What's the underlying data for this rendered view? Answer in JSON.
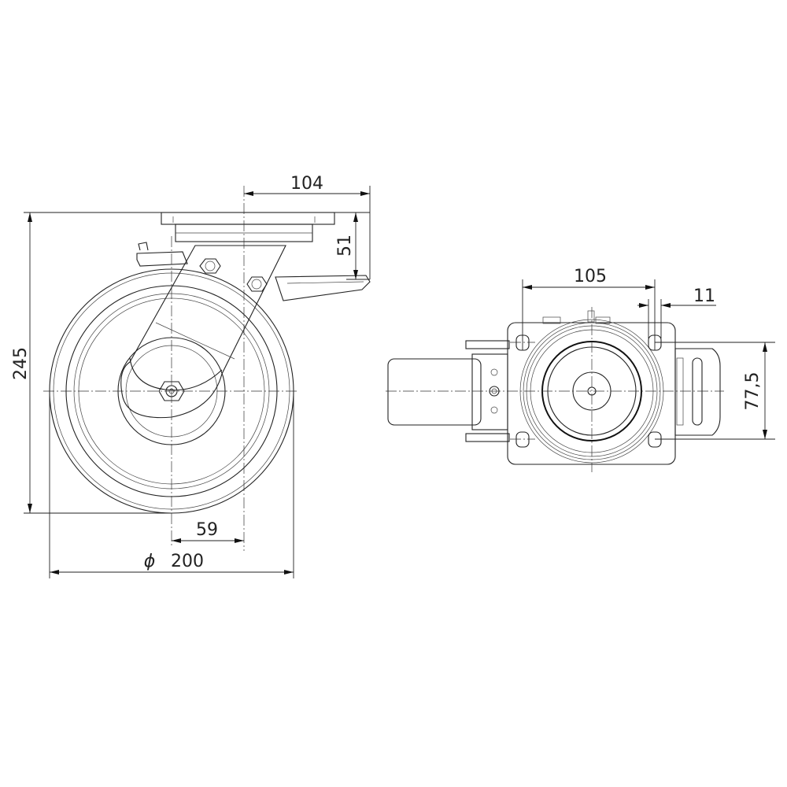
{
  "drawing": {
    "side_view": {
      "dimensions": {
        "height": "245",
        "plate_offset": "104",
        "plate_height": "51",
        "swivel_offset": "59",
        "wheel_diameter_symbol": "ϕ",
        "wheel_diameter": "200"
      }
    },
    "top_view": {
      "dimensions": {
        "bolt_spacing_x": "105",
        "bolt_hole": "11",
        "bolt_spacing_y": "77,5"
      }
    }
  }
}
